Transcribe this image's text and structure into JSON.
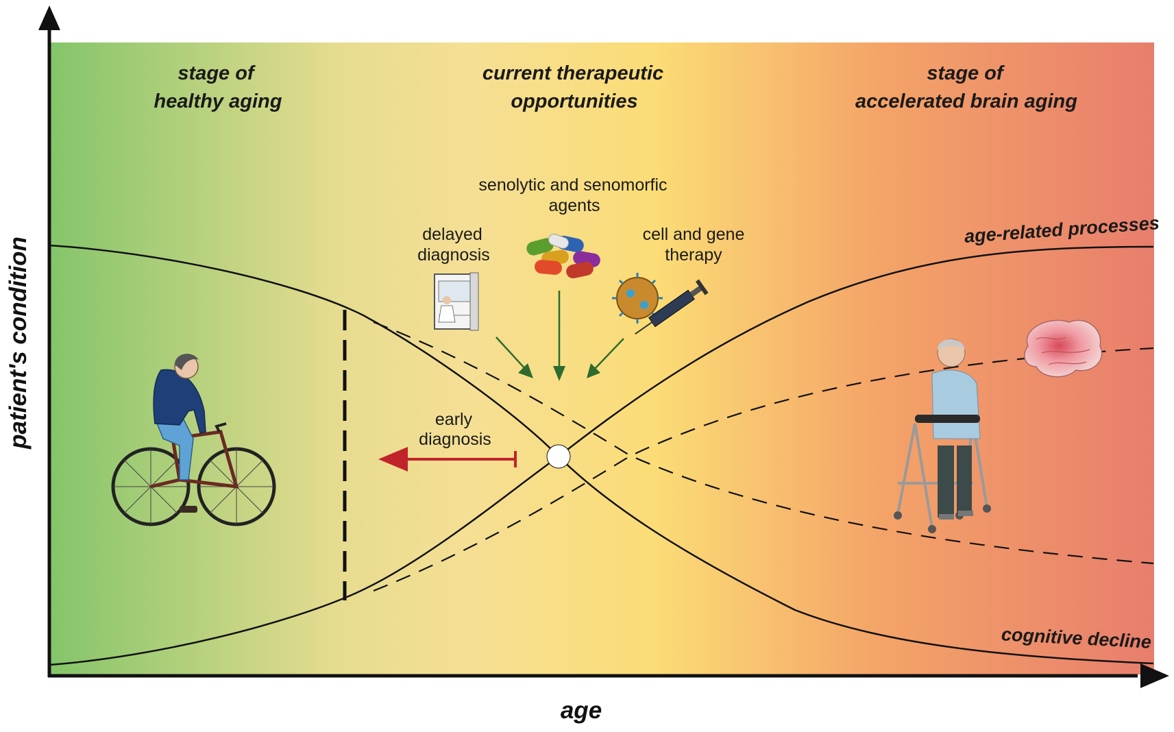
{
  "axes": {
    "y_label": "patient's condition",
    "x_label": "age"
  },
  "stages": {
    "healthy": {
      "line1": "stage of",
      "line2": "healthy aging"
    },
    "therapeutic": {
      "line1": "current therapeutic",
      "line2": "opportunities"
    },
    "accelerated": {
      "line1": "stage of",
      "line2": "accelerated brain aging"
    }
  },
  "interventions": {
    "senolytic": {
      "line1": "senolytic and senomorfic",
      "line2": "agents"
    },
    "delayed_diagnosis": {
      "line1": "delayed",
      "line2": "diagnosis"
    },
    "cell_gene": {
      "line1": "cell and gene",
      "line2": "therapy"
    },
    "early_diagnosis": {
      "line1": "early",
      "line2": "diagnosis"
    }
  },
  "curves": {
    "upper": "age-related processes",
    "lower": "cognitive decline"
  },
  "colors": {
    "gradient_start": "#84c56a",
    "gradient_mid": "#f5df94",
    "gradient_peak": "#fbdc76",
    "gradient_orange": "#f4a468",
    "gradient_end": "#e87e6c",
    "green_arrow": "#2e6b2e",
    "red_arrow": "#c0232a"
  },
  "icons": [
    "cyclist-icon",
    "lab-scientist-icon",
    "pills-icon",
    "virus-syringe-icon",
    "elderly-walker-icon",
    "brain-icon"
  ]
}
